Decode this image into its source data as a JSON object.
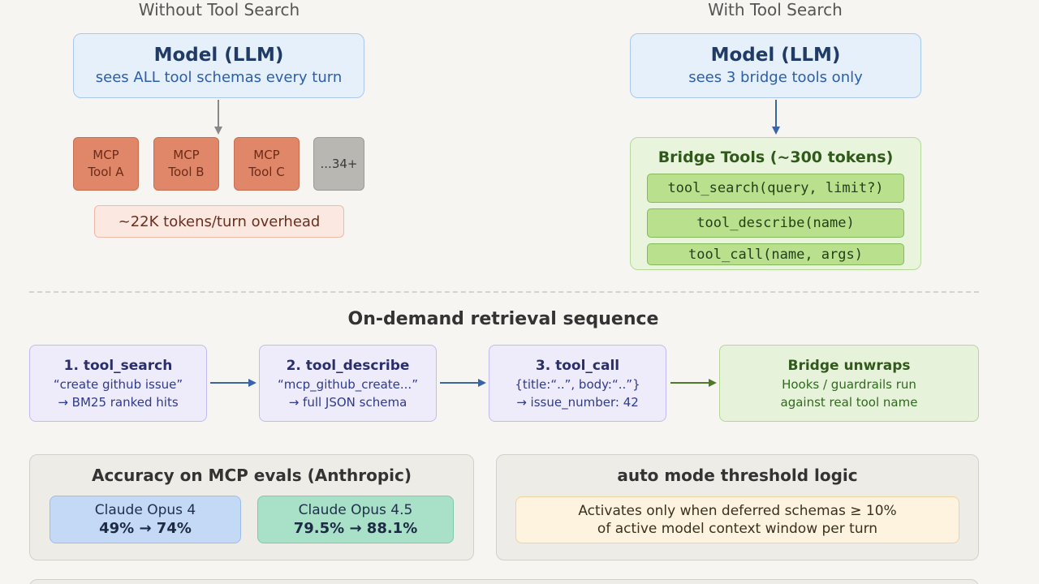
{
  "columns": {
    "left_title": "Without Tool Search",
    "right_title": "With Tool Search"
  },
  "left": {
    "model_title": "Model (LLM)",
    "model_sub": "sees ALL tool schemas every turn",
    "tools": [
      {
        "line1": "MCP",
        "line2": "Tool A"
      },
      {
        "line1": "MCP",
        "line2": "Tool B"
      },
      {
        "line1": "MCP",
        "line2": "Tool C"
      }
    ],
    "more": "...34+",
    "overhead": "~22K tokens/turn overhead"
  },
  "right": {
    "model_title": "Model (LLM)",
    "model_sub": "sees 3 bridge tools only",
    "bridge_title": "Bridge Tools (~300 tokens)",
    "bridge_tools": [
      "tool_search(query, limit?)",
      "tool_describe(name)",
      "tool_call(name, args)"
    ]
  },
  "sequence": {
    "title": "On-demand retrieval sequence",
    "steps": [
      {
        "title": "1. tool_search",
        "line1": "“create github issue”",
        "line2": "→ BM25 ranked hits"
      },
      {
        "title": "2. tool_describe",
        "line1": "“mcp_github_create...”",
        "line2": "→ full JSON schema"
      },
      {
        "title": "3. tool_call",
        "line1": "{title:“..”, body:“..”}",
        "line2": "→ issue_number: 42"
      }
    ],
    "final": {
      "title": "Bridge unwraps",
      "line1": "Hooks / guardrails run",
      "line2": "against real tool name"
    }
  },
  "evals": {
    "title": "Accuracy on MCP evals (Anthropic)",
    "items": [
      {
        "name": "Claude Opus 4",
        "value": "49% → 74%"
      },
      {
        "name": "Claude Opus 4.5",
        "value": "79.5% → 88.1%"
      }
    ]
  },
  "auto_mode": {
    "title": "auto mode threshold logic",
    "line1": "Activates only when deferred schemas ≥ 10%",
    "line2": "of active model context window per turn"
  },
  "colors": {
    "arrow_gray": "#888888",
    "arrow_blue": "#3a64a8",
    "arrow_green": "#4f7a2b"
  }
}
